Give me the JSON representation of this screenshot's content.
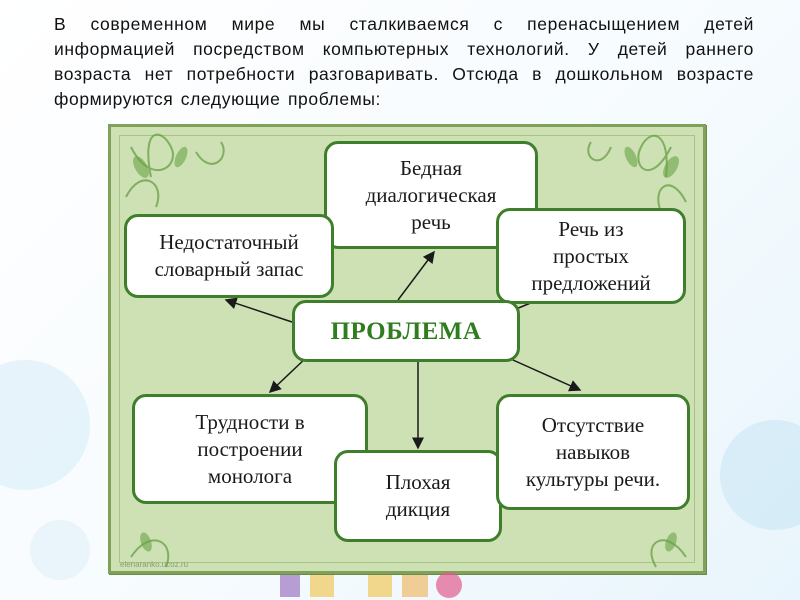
{
  "slide": {
    "intro_text": "В современном мире мы сталкиваемся с перенасыщением детей информацией посредством компьютерных технологий.  У детей раннего возраста нет потребности разговаривать. Отсюда в дошкольном возрасте формируются следующие проблемы:"
  },
  "diagram": {
    "center": "ПРОБЛЕМА",
    "nodes": {
      "poor_dialogic": "Бедная\nдиалогическая\nречь",
      "simple_sentences": "Речь из\nпростых\nпредложений",
      "vocabulary": "Недостаточный\nсловарный запас",
      "monologue": "Трудности в\nпостроении\nмонолога",
      "diction": "Плохая\nдикция",
      "culture": "Отсутствие\nнавыков\nкультуры речи."
    },
    "watermark": "elenaranko.ucoz.ru",
    "colors": {
      "board_bg": "#cde1b5",
      "box_border": "#3f7f2c",
      "center_text": "#2f7d1f"
    }
  }
}
